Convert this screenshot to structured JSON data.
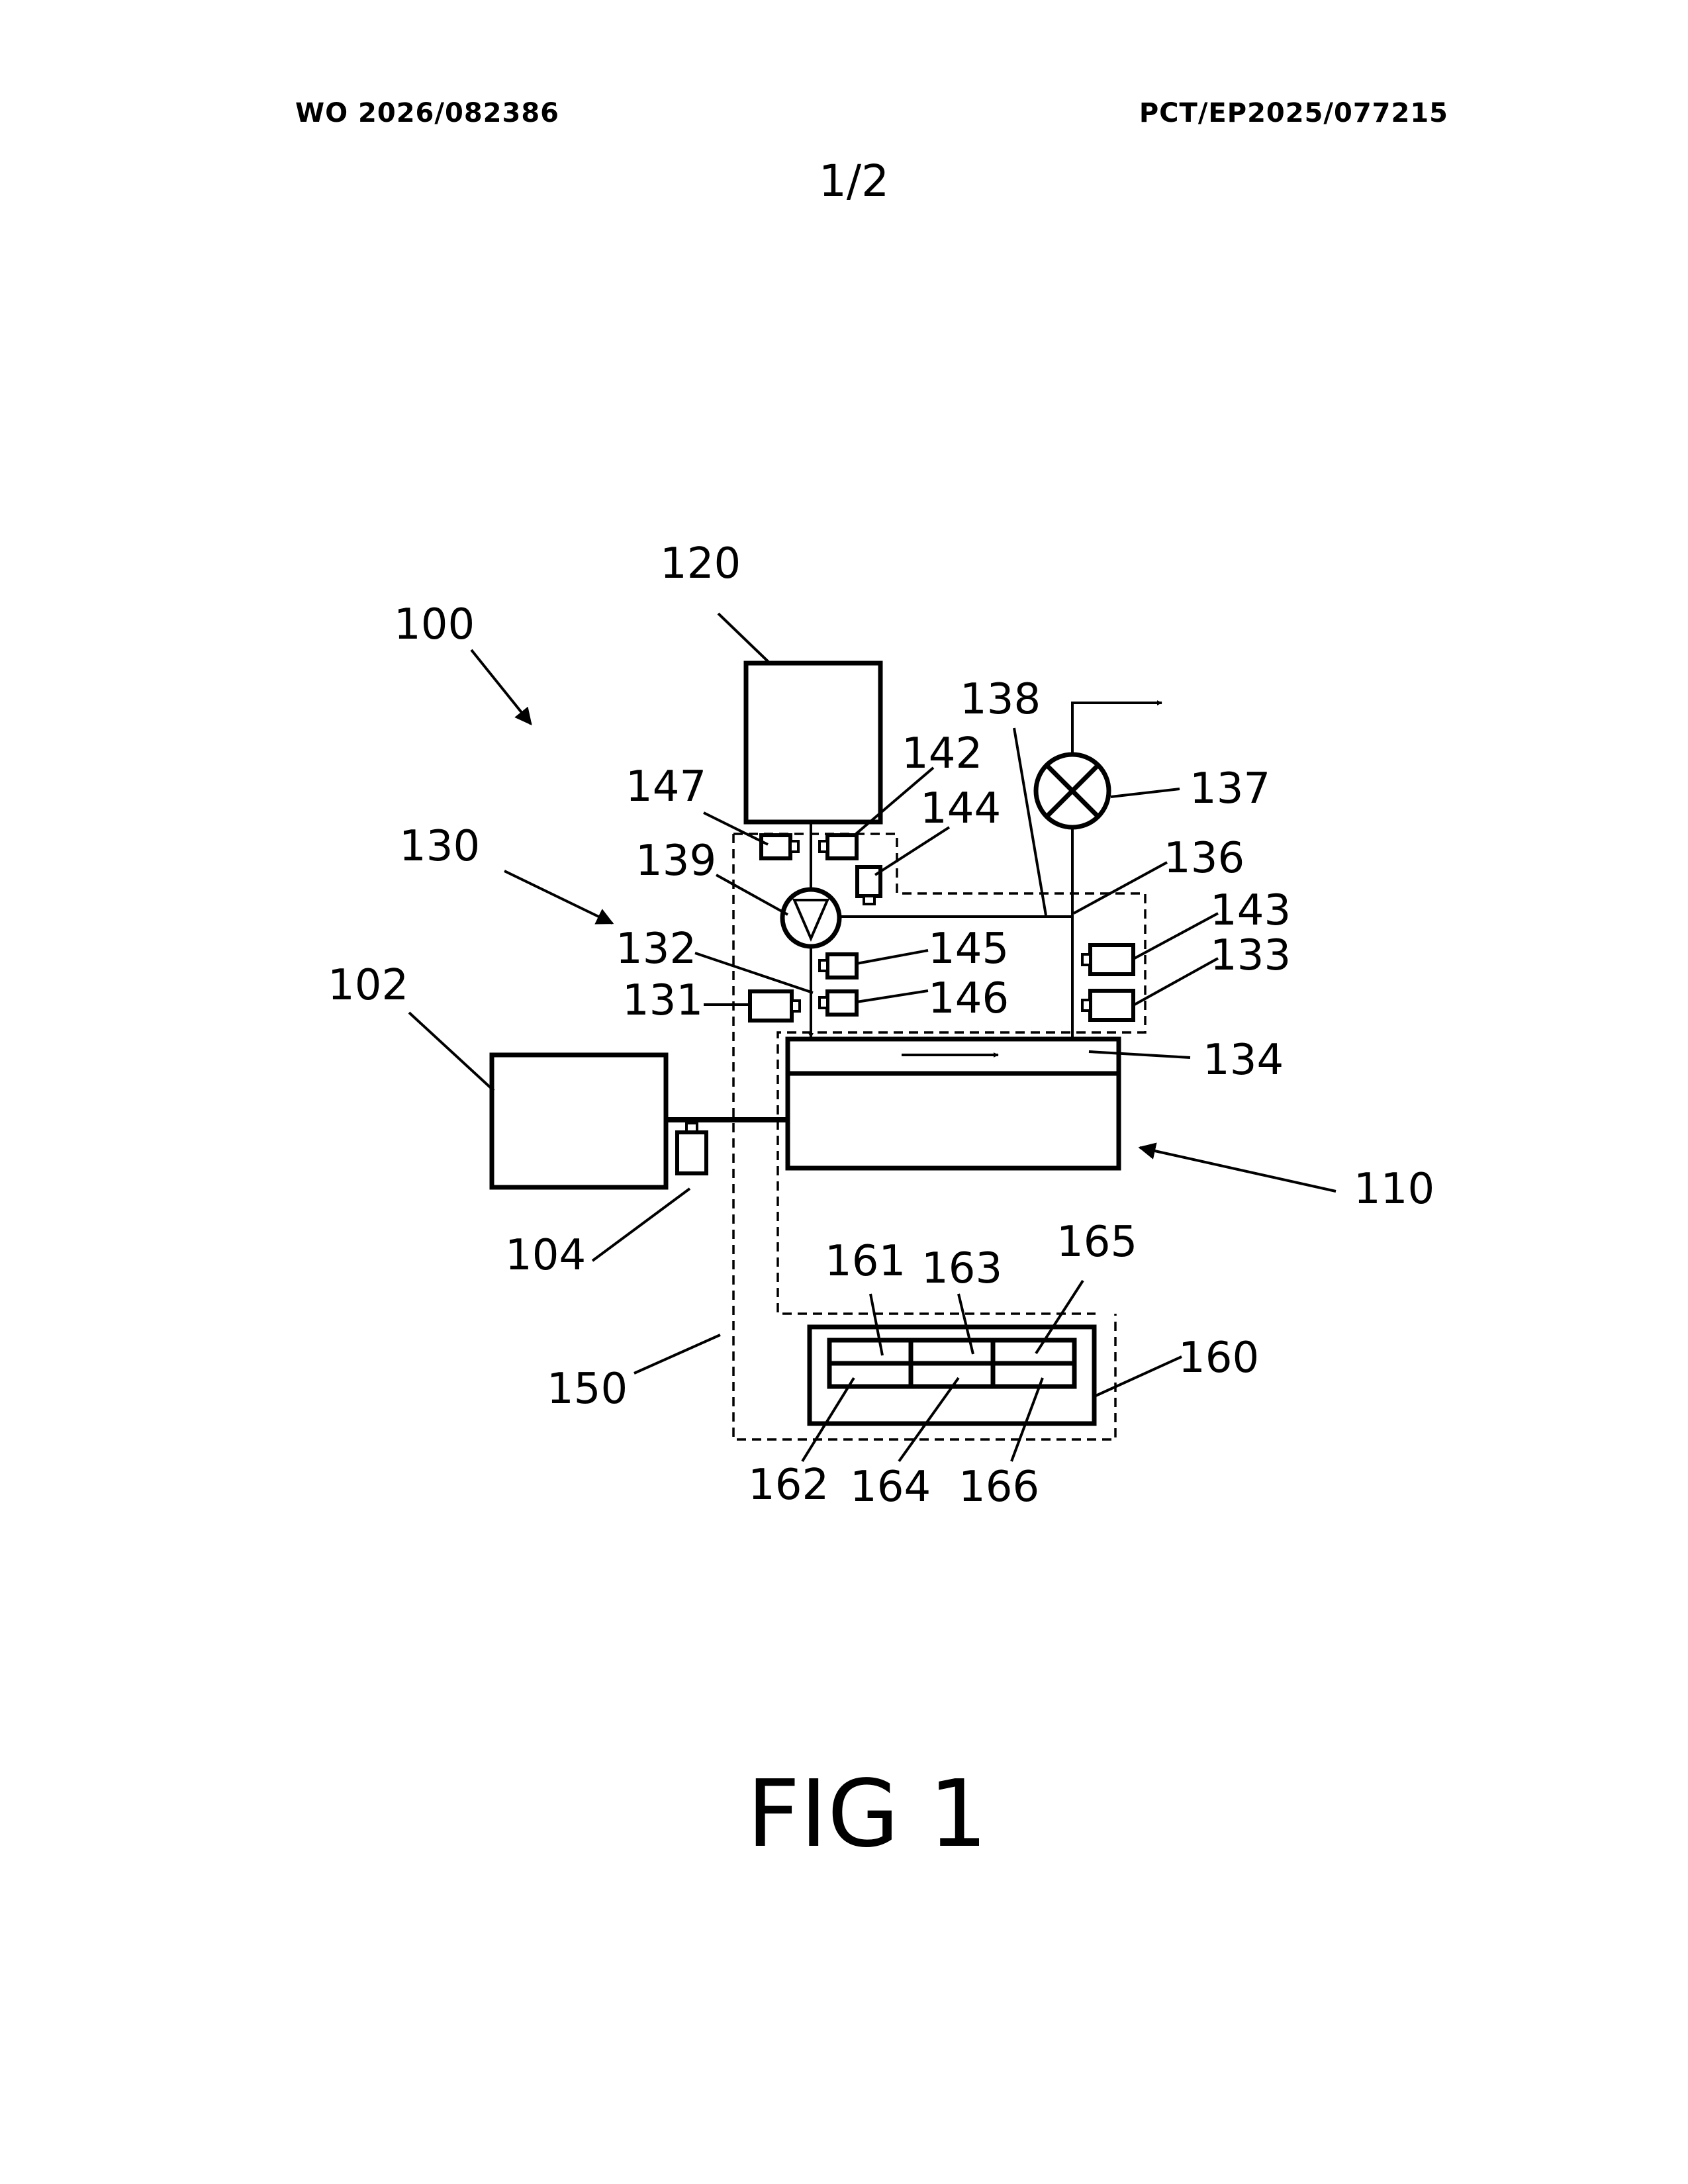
{
  "header": {
    "publication_number": "WO 2026/082386",
    "application_number": "PCT/EP2025/077215"
  },
  "sheet_number": "1/2",
  "figure_caption": "FIG 1",
  "reference_numerals": {
    "r100": "100",
    "r102": "102",
    "r104": "104",
    "r110": "110",
    "r120": "120",
    "r130": "130",
    "r131": "131",
    "r132": "132",
    "r133": "133",
    "r134": "134",
    "r136": "136",
    "r137": "137",
    "r138": "138",
    "r139": "139",
    "r142": "142",
    "r143": "143",
    "r144": "144",
    "r145": "145",
    "r146": "146",
    "r147": "147",
    "r150": "150",
    "r160": "160",
    "r161": "161",
    "r162": "162",
    "r163": "163",
    "r164": "164",
    "r165": "165",
    "r166": "166"
  }
}
